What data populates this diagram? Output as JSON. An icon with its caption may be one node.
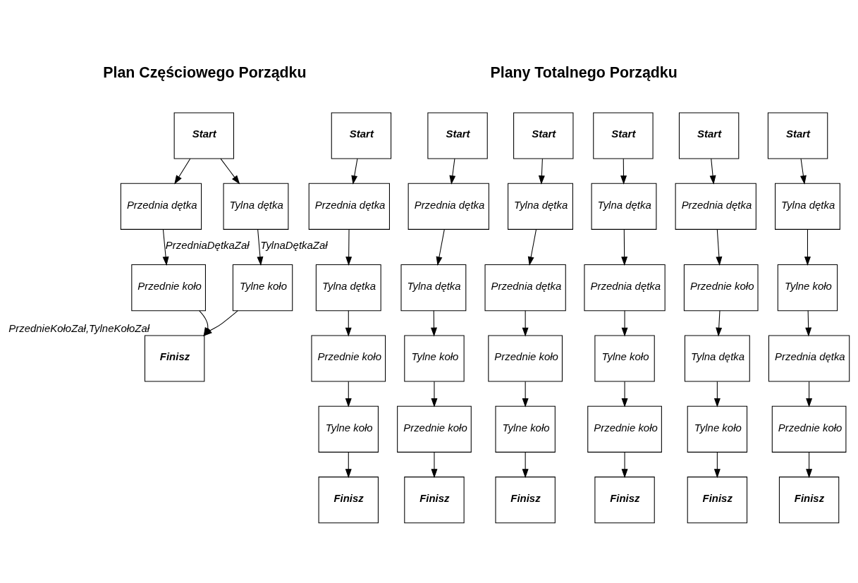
{
  "diagram": {
    "nodes": [
      {
        "text": [
          "Start"
        ]
      },
      {
        "text": [
          "Przednia dętka"
        ]
      },
      {
        "text": [
          "Tylna dętka"
        ]
      },
      {
        "text": [
          "Przednie koło"
        ]
      },
      {
        "text": [
          "Tylne koło"
        ]
      },
      {
        "text": [
          "Finisz"
        ],
        "beside": [
          "PrzednieKołoZał,TylneKołoZał"
        ]
      },
      {
        "text": [
          "Start"
        ]
      },
      {
        "text": [
          "Start"
        ]
      },
      {
        "text": [
          "Start"
        ]
      },
      {
        "text": [
          "Start"
        ]
      },
      {
        "text": [
          "Start"
        ]
      },
      {
        "text": [
          "Start"
        ]
      },
      {
        "text": [
          "Przednia dętka"
        ]
      },
      {
        "text": [
          "Przednia dętka"
        ]
      },
      {
        "text": [
          "Tylna dętka"
        ]
      },
      {
        "text": [
          "Tylna dętka"
        ]
      },
      {
        "text": [
          "Przednia dętka"
        ]
      },
      {
        "text": [
          "Tylna dętka"
        ]
      },
      {
        "text": [
          "Tylna dętka"
        ]
      },
      {
        "text": [
          "Tylna dętka"
        ]
      },
      {
        "text": [
          "Przednia dętka"
        ]
      },
      {
        "text": [
          "Przednia dętka"
        ]
      },
      {
        "text": [
          "Przednie koło"
        ]
      },
      {
        "text": [
          "Tylne koło"
        ]
      },
      {
        "text": [
          "Przednie koło"
        ]
      },
      {
        "text": [
          "Tylne koło"
        ]
      },
      {
        "text": [
          "Przednie koło"
        ]
      },
      {
        "text": [
          "Tylne koło"
        ]
      },
      {
        "text": [
          "Tylna dętka"
        ]
      },
      {
        "text": [
          "Przednia dętka"
        ]
      },
      {
        "text": [
          "Tylne koło"
        ]
      },
      {
        "text": [
          "Przednie koło"
        ]
      },
      {
        "text": [
          "Tylne koło"
        ]
      },
      {
        "text": [
          "Przednie koło"
        ]
      },
      {
        "text": [
          "Tylne koło"
        ]
      },
      {
        "text": [
          "Przednie koło"
        ]
      },
      {
        "text": [
          "Finisz"
        ]
      },
      {
        "text": [
          "Finisz"
        ]
      },
      {
        "text": [
          "Finisz"
        ]
      },
      {
        "text": [
          "Finisz"
        ]
      },
      {
        "text": [
          "Finisz"
        ]
      },
      {
        "text": [
          "Finisz"
        ]
      }
    ],
    "edges": [
      {
        "from": 0,
        "to": 1,
        "arrow": "to"
      },
      {
        "from": 0,
        "to": 2,
        "arrow": "to"
      },
      {
        "from": 1,
        "to": 3,
        "arrow": "to",
        "label": "PrzedniaDętkaZał"
      },
      {
        "from": 2,
        "to": 4,
        "arrow": "to",
        "label": "TylnaDętkaZał"
      },
      {
        "from": 3,
        "to": 5,
        "arrow": "to"
      },
      {
        "from": 4,
        "to": 5,
        "arrow": "to"
      },
      {
        "from": 6,
        "to": 12,
        "arrow": "to"
      },
      {
        "from": 12,
        "to": 18,
        "arrow": "to"
      },
      {
        "from": 18,
        "to": 24,
        "arrow": "to"
      },
      {
        "from": 24,
        "to": 30,
        "arrow": "to"
      },
      {
        "from": 30,
        "to": 36,
        "arrow": "to"
      },
      {
        "from": 7,
        "to": 13,
        "arrow": "to"
      },
      {
        "from": 13,
        "to": 19,
        "arrow": "to"
      },
      {
        "from": 19,
        "to": 25,
        "arrow": "to"
      },
      {
        "from": 25,
        "to": 31,
        "arrow": "to"
      },
      {
        "from": 31,
        "to": 37,
        "arrow": "to"
      },
      {
        "from": 8,
        "to": 14,
        "arrow": "to"
      },
      {
        "from": 14,
        "to": 20,
        "arrow": "to"
      },
      {
        "from": 20,
        "to": 26,
        "arrow": "to"
      },
      {
        "from": 26,
        "to": 32,
        "arrow": "to"
      },
      {
        "from": 32,
        "to": 38,
        "arrow": "to"
      },
      {
        "from": 9,
        "to": 15,
        "arrow": "to"
      },
      {
        "from": 15,
        "to": 21,
        "arrow": "to"
      },
      {
        "from": 21,
        "to": 27,
        "arrow": "to"
      },
      {
        "from": 27,
        "to": 33,
        "arrow": "to"
      },
      {
        "from": 33,
        "to": 39,
        "arrow": "to"
      },
      {
        "from": 10,
        "to": 16,
        "arrow": "to"
      },
      {
        "from": 16,
        "to": 22,
        "arrow": "to"
      },
      {
        "from": 22,
        "to": 28,
        "arrow": "to"
      },
      {
        "from": 28,
        "to": 34,
        "arrow": "to"
      },
      {
        "from": 34,
        "to": 40,
        "arrow": "to"
      },
      {
        "from": 11,
        "to": 17,
        "arrow": "to"
      },
      {
        "from": 17,
        "to": 23,
        "arrow": "to"
      },
      {
        "from": 23,
        "to": 29,
        "arrow": "to"
      },
      {
        "from": 29,
        "to": 35,
        "arrow": "to"
      },
      {
        "from": 35,
        "to": 41,
        "arrow": "to"
      }
    ],
    "labels": [
      "Plan Częściowego Porządku",
      "Plany Totalnego Porządku"
    ]
  }
}
